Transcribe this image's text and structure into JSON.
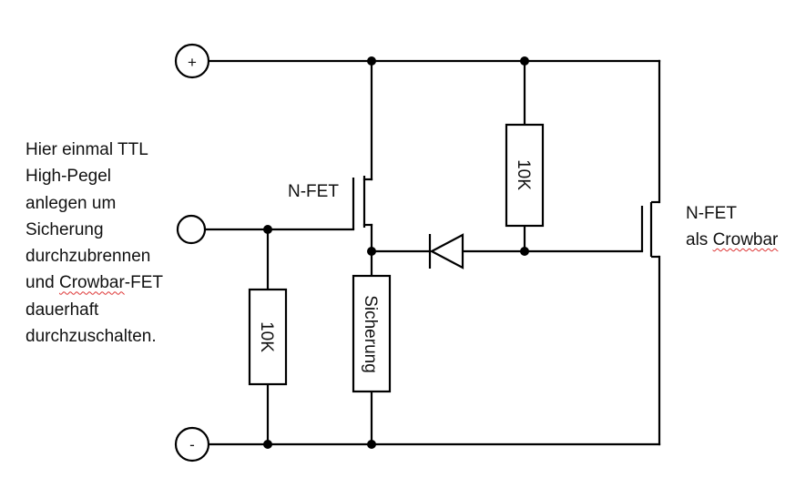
{
  "note": {
    "lines": [
      "Hier einmal TTL",
      "High-Pegel",
      "anlegen um",
      "Sicherung",
      "durchzubrennen",
      "und Crowbar-FET",
      "dauerhaft",
      "durchzuschalten."
    ]
  },
  "labels": {
    "nfet_left": "N-FET",
    "nfet_right_line1": "N-FET",
    "nfet_right_line2": "als Crowbar",
    "resistor_top": "10K",
    "resistor_left": "10K",
    "fuse": "Sicherung",
    "terminal_plus": "+",
    "terminal_minus": "-"
  },
  "colors": {
    "wire": "#000000",
    "spellcheck": "#d33333"
  }
}
